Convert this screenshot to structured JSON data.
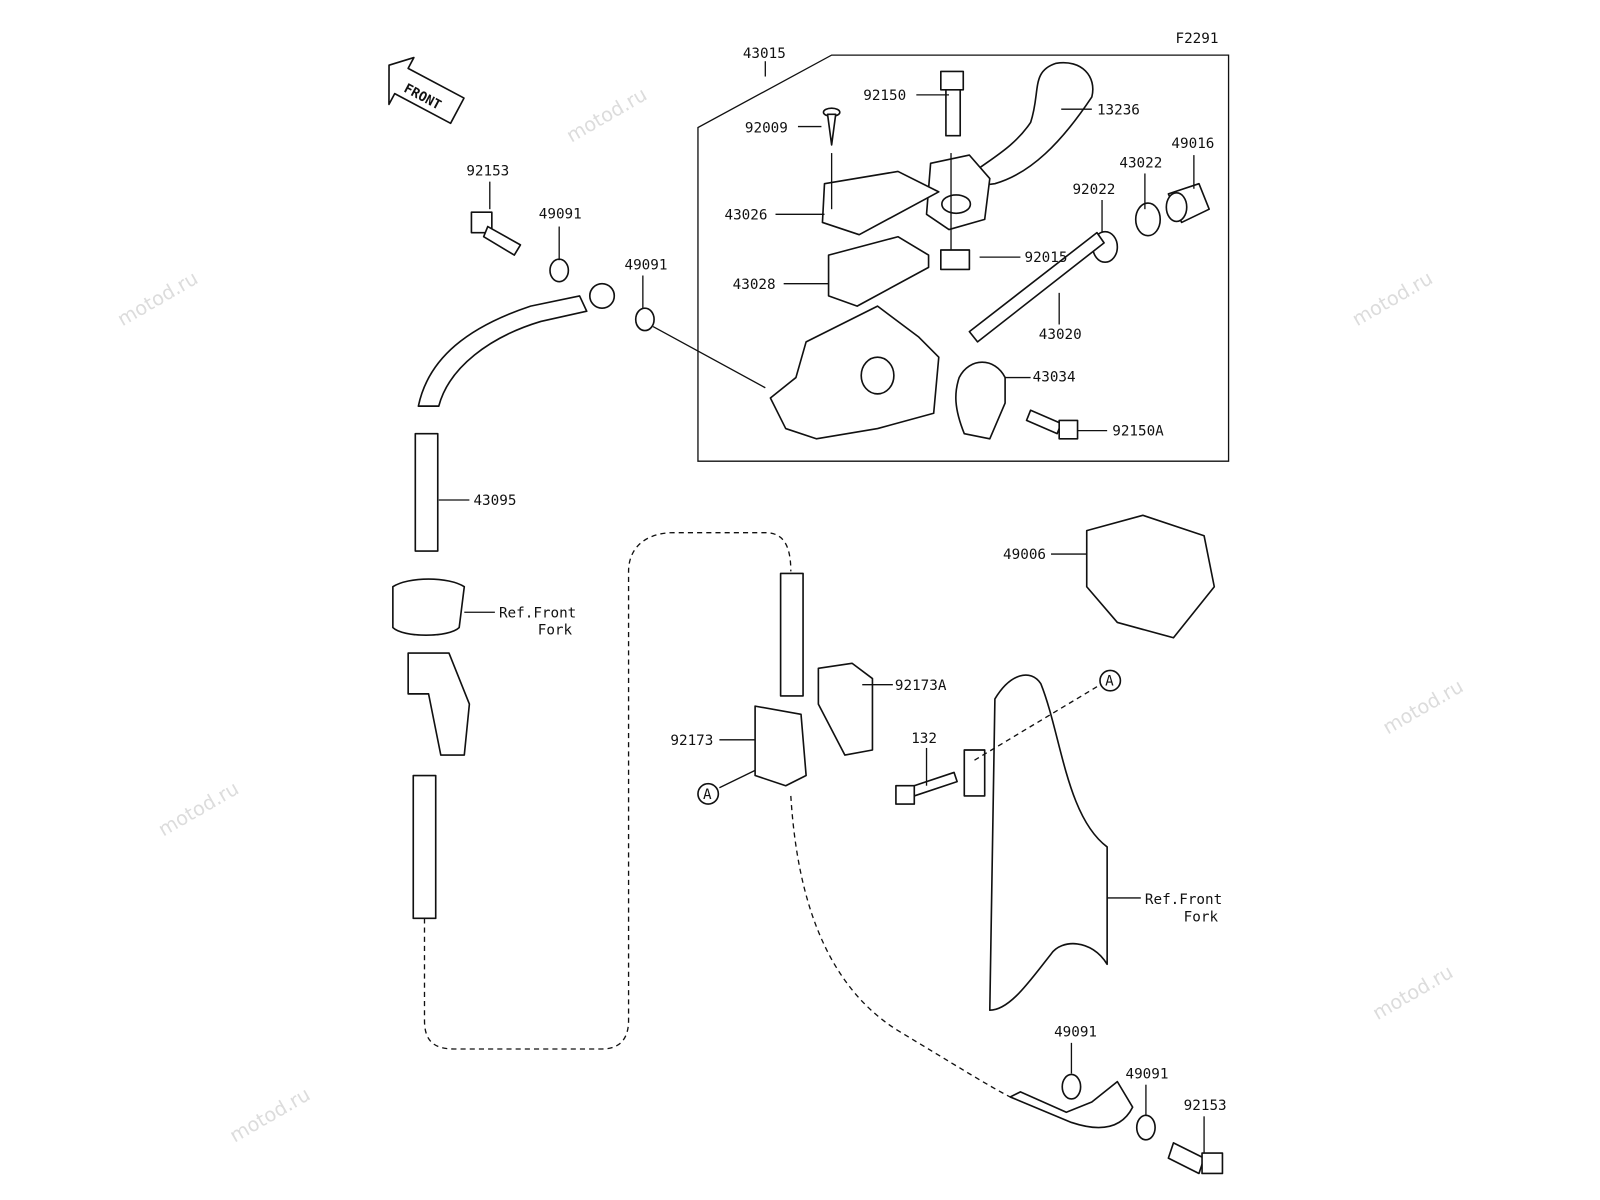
{
  "diagram_code": "F2291",
  "watermark": "motod.ru",
  "front_arrow": "FRONT",
  "callout": "A",
  "labels": {
    "p43015": "43015",
    "p92150": "92150",
    "p13236": "13236",
    "p92009": "92009",
    "p49016": "49016",
    "p92153_top": "92153",
    "p43022": "43022",
    "p92022": "92022",
    "p49091_a": "49091",
    "p43026": "43026",
    "p92015": "92015",
    "p49091_b": "49091",
    "p43028": "43028",
    "p43020": "43020",
    "p43034": "43034",
    "p92150A": "92150A",
    "p43095": "43095",
    "p49006": "49006",
    "ref_front_1": "Ref.Front",
    "fork_1": "Fork",
    "p92173A": "92173A",
    "p92173": "92173",
    "p132": "132",
    "ref_front_2": "Ref.Front",
    "fork_2": "Fork",
    "p49091_c": "49091",
    "p49091_d": "49091",
    "p92153_bottom": "92153"
  }
}
